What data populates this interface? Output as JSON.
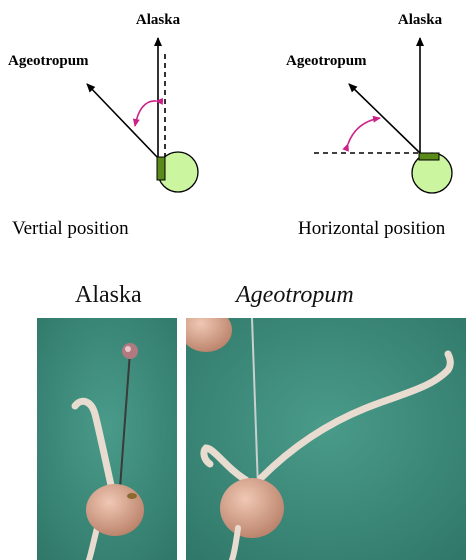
{
  "diagram_left": {
    "label_top": "Alaska",
    "label_arrow": "Ageotropum",
    "caption": "Vertial position"
  },
  "diagram_right": {
    "label_top": "Alaska",
    "label_arrow": "Ageotropum",
    "caption": "Horizontal position"
  },
  "photos": {
    "left_title": "Alaska",
    "right_title": "Ageotropum"
  },
  "colors": {
    "seed_fill": "#ccf5a0",
    "root_block": "#5a8a1a",
    "angle_arc": "#cc2288",
    "photo_background": "#3f8f80",
    "seedling": "#e8dcd0",
    "seed_photo": "#d9a48e"
  }
}
